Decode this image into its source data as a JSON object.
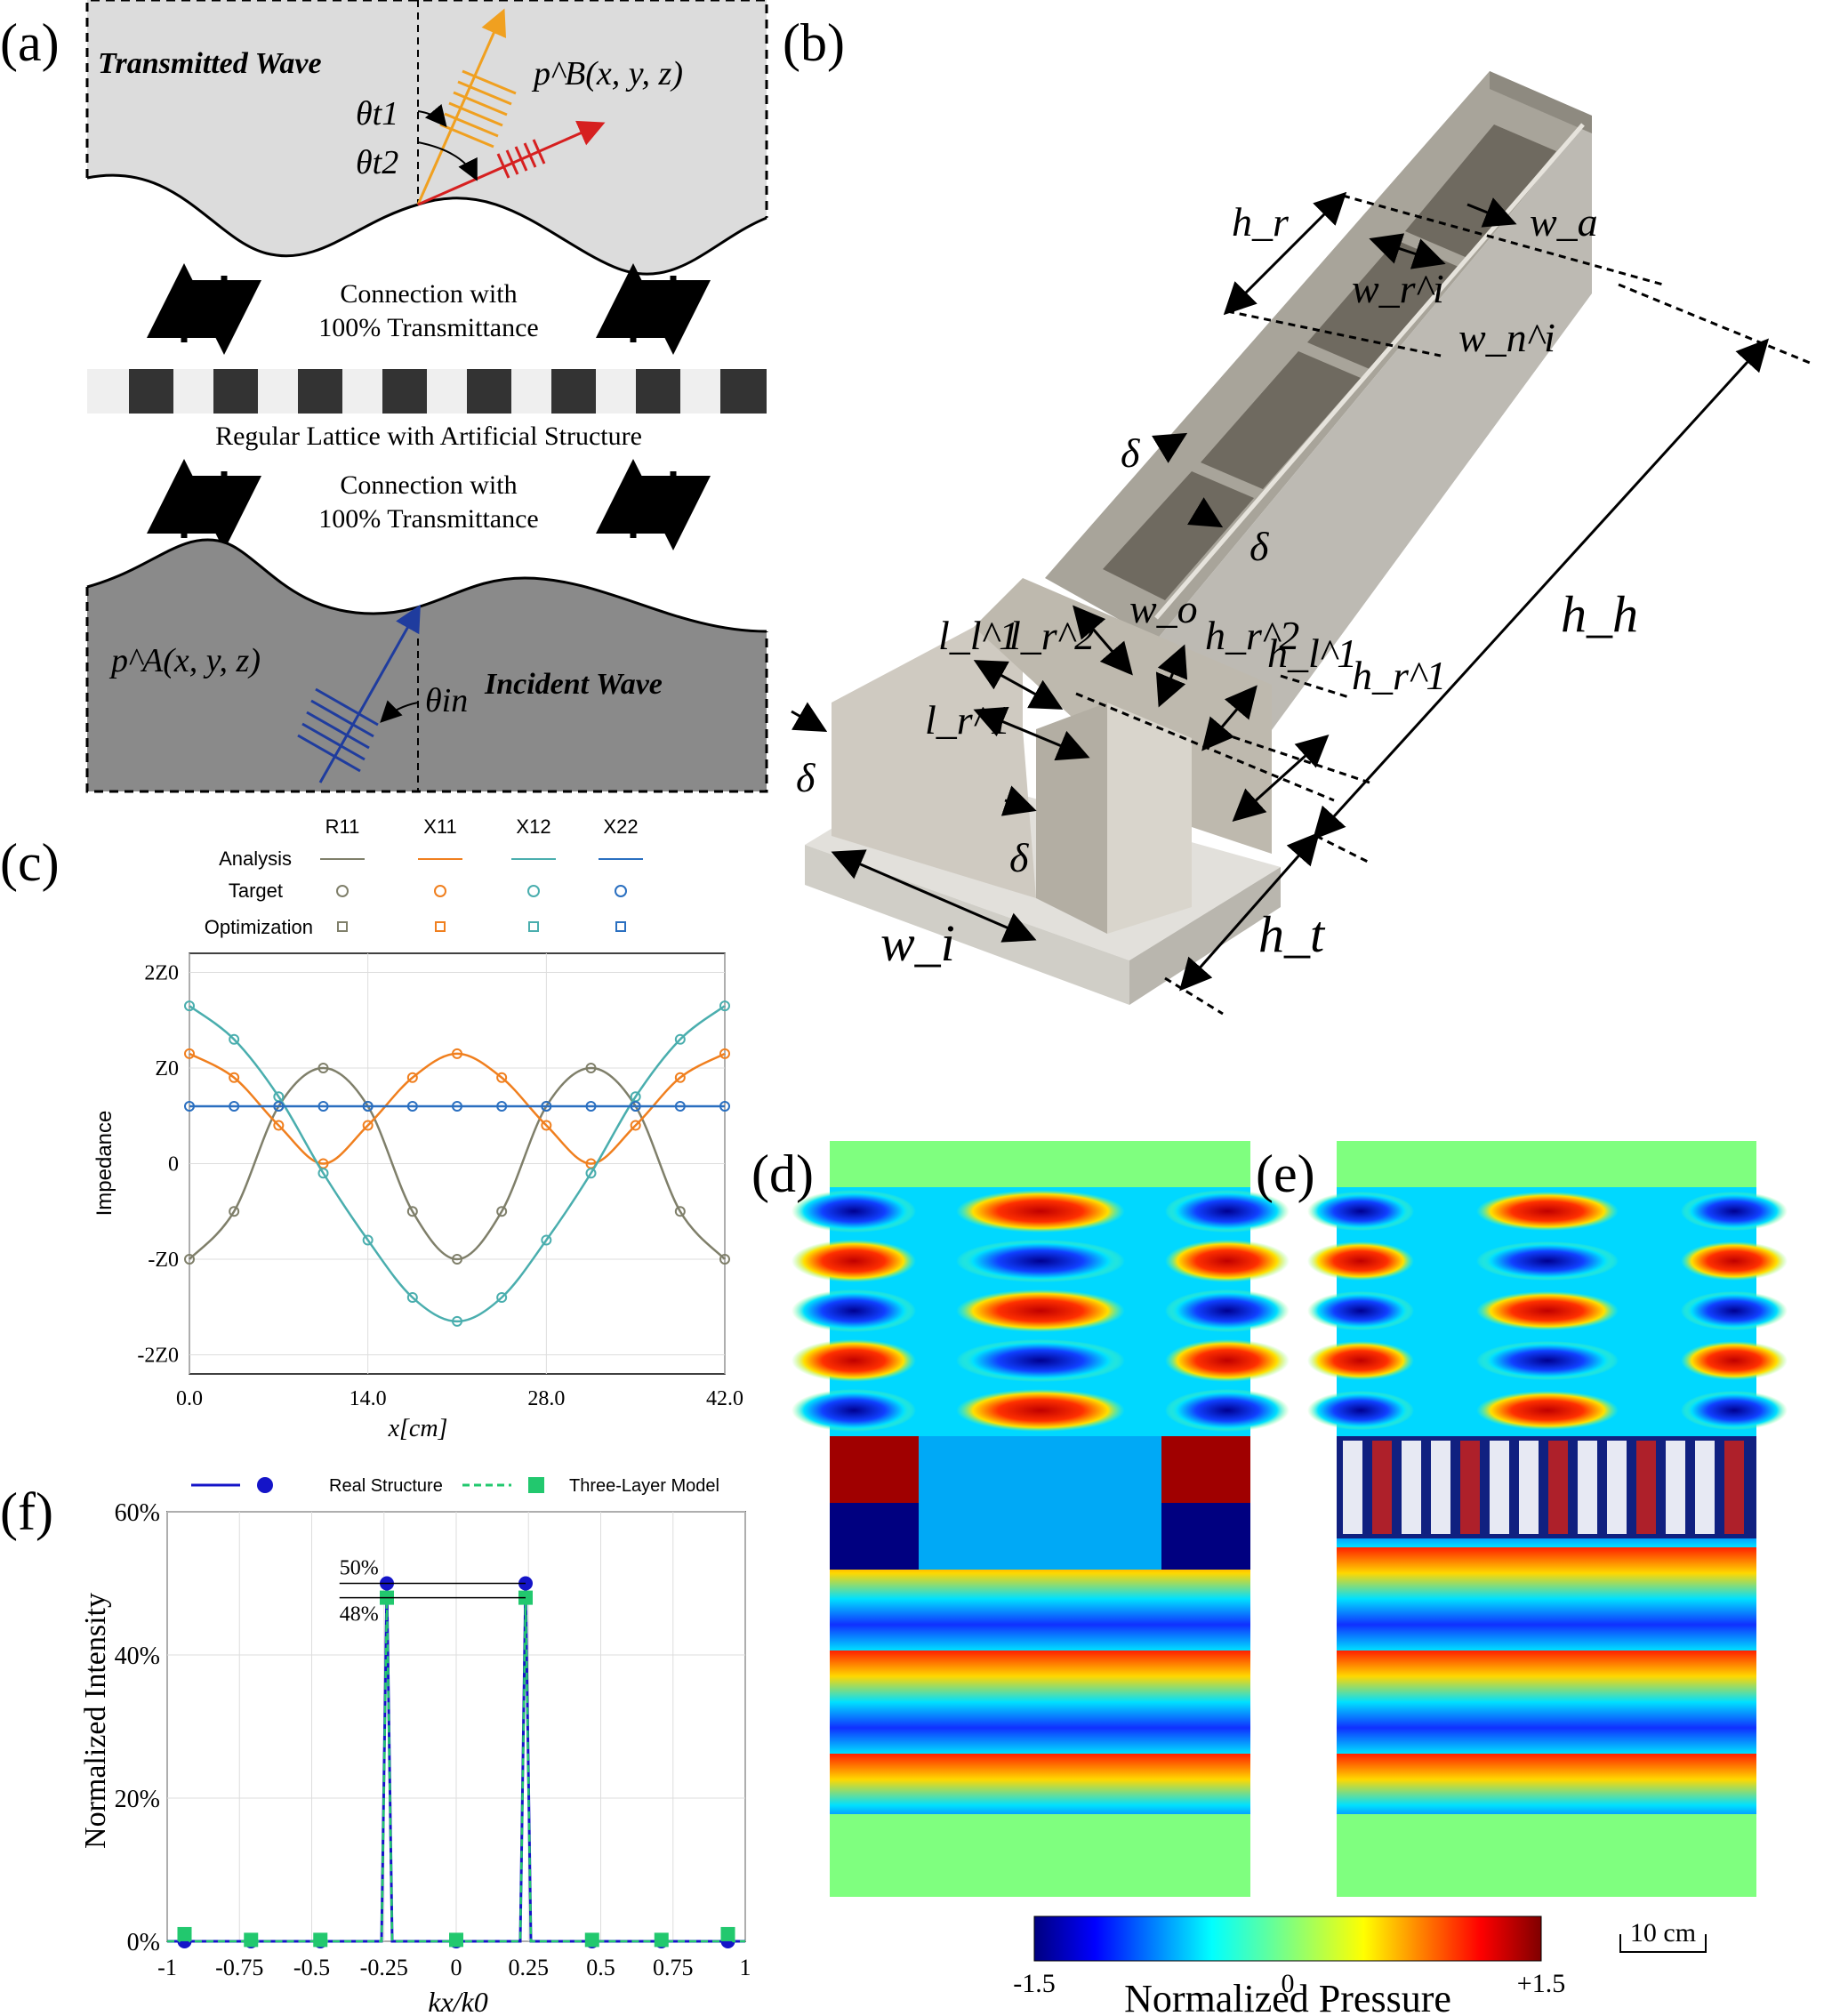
{
  "panels": {
    "a": {
      "label": "(a)",
      "transmitted": "Transmitted Wave",
      "incident": "Incident Wave",
      "pB": "p^B(x, y, z)",
      "pA": "p^A(x, y, z)",
      "theta_t1": "θt1",
      "theta_t2": "θt2",
      "theta_in": "θin",
      "conn1": "Connection with",
      "conn2": "100% Transmittance",
      "lattice": "Regular Lattice with Artificial Structure",
      "colors": {
        "orange": "#f0a020",
        "red": "#d62020",
        "blue": "#1f3c9e",
        "upper_fill": "#dcdcdc",
        "lower_fill": "#8a8a8a"
      }
    },
    "b": {
      "label": "(b)",
      "dims": [
        "h_r",
        "w_a",
        "w_r^i",
        "w_n^i",
        "δ",
        "δ",
        "w_o",
        "l_l^1",
        "l_r^2",
        "h_r^2",
        "h_l^1",
        "h_r^1",
        "l_r^1",
        "δ",
        "δ",
        "w_i",
        "h_h",
        "h_t"
      ]
    },
    "c": {
      "label": "(c)",
      "ylabel": "Impedance",
      "xlabel": "x[cm]",
      "legend_rows": [
        "Analysis",
        "Target",
        "Optimization"
      ],
      "legend_cols": [
        "R11",
        "X11",
        "X12",
        "X22"
      ]
    },
    "d": {
      "label": "(d)"
    },
    "e": {
      "label": "(e)"
    },
    "f": {
      "label": "(f)",
      "ylabel": "Normalized Intensity",
      "xlabel": "kx/k0",
      "legend": [
        "Real Structure",
        "Three-Layer Model"
      ],
      "annot": [
        "50%",
        "48%"
      ]
    },
    "colorbar": {
      "title": "Normalized Pressure",
      "min": "-1.5",
      "mid": "0",
      "max": "+1.5",
      "scale": "10 cm"
    }
  },
  "chart_data": [
    {
      "type": "line",
      "panel": "c",
      "ylabel": "Impedance",
      "xlabel": "x[cm]",
      "xlim": [
        0,
        42
      ],
      "ylim": [
        -2.2,
        2.2
      ],
      "xticks": [
        "0.0",
        "14.0",
        "28.0",
        "42.0"
      ],
      "yticks": [
        "-2Z0",
        "-Z0",
        "0",
        "Z0",
        "2Z0"
      ],
      "series": [
        {
          "name": "R11",
          "color": "#7f7f6a",
          "x": [
            0,
            3.5,
            7,
            10.5,
            14,
            17.5,
            21,
            24.5,
            28,
            31.5,
            35,
            38.5,
            42
          ],
          "values": [
            -1,
            -0.5,
            0.6,
            1.0,
            0.6,
            -0.5,
            -1,
            -0.5,
            0.6,
            1.0,
            0.6,
            -0.5,
            -1
          ]
        },
        {
          "name": "X11",
          "color": "#f07f1e",
          "x": [
            0,
            3.5,
            7,
            10.5,
            14,
            17.5,
            21,
            24.5,
            28,
            31.5,
            35,
            38.5,
            42
          ],
          "values": [
            1.15,
            0.9,
            0.4,
            0.0,
            0.4,
            0.9,
            1.15,
            0.9,
            0.4,
            0.0,
            0.4,
            0.9,
            1.15
          ]
        },
        {
          "name": "X12",
          "color": "#4aaeae",
          "x": [
            0,
            3.5,
            7,
            10.5,
            14,
            17.5,
            21,
            24.5,
            28,
            31.5,
            35,
            38.5,
            42
          ],
          "values": [
            1.65,
            1.3,
            0.7,
            -0.1,
            -0.8,
            -1.4,
            -1.65,
            -1.4,
            -0.8,
            -0.1,
            0.7,
            1.3,
            1.65
          ]
        },
        {
          "name": "X22",
          "color": "#2a6fc0",
          "x": [
            0,
            3.5,
            7,
            10.5,
            14,
            17.5,
            21,
            24.5,
            28,
            31.5,
            35,
            38.5,
            42
          ],
          "values": [
            0.6,
            0.6,
            0.6,
            0.6,
            0.6,
            0.6,
            0.6,
            0.6,
            0.6,
            0.6,
            0.6,
            0.6,
            0.6
          ]
        }
      ]
    },
    {
      "type": "line",
      "panel": "f",
      "ylabel": "Normalized Intensity",
      "xlabel": "kx/k0",
      "xlim": [
        -1,
        1
      ],
      "ylim": [
        0,
        60
      ],
      "xticks": [
        "-1",
        "-0.75",
        "-0.5",
        "-0.25",
        "0",
        "0.25",
        "0.5",
        "0.75",
        "1"
      ],
      "yticks": [
        "0%",
        "20%",
        "40%",
        "60%"
      ],
      "series": [
        {
          "name": "Real Structure",
          "color": "#1414c8",
          "x": [
            -0.94,
            -0.71,
            -0.47,
            -0.24,
            0,
            0.24,
            0.47,
            0.71,
            0.94
          ],
          "values": [
            0,
            0,
            0,
            50,
            0,
            50,
            0,
            0,
            0
          ]
        },
        {
          "name": "Three-Layer Model",
          "color": "#22c86e",
          "x": [
            -0.94,
            -0.71,
            -0.47,
            -0.24,
            0,
            0.24,
            0.47,
            0.71,
            0.94
          ],
          "values": [
            1,
            0.2,
            0.2,
            48,
            0.2,
            48,
            0.2,
            0.2,
            1
          ]
        }
      ]
    }
  ]
}
